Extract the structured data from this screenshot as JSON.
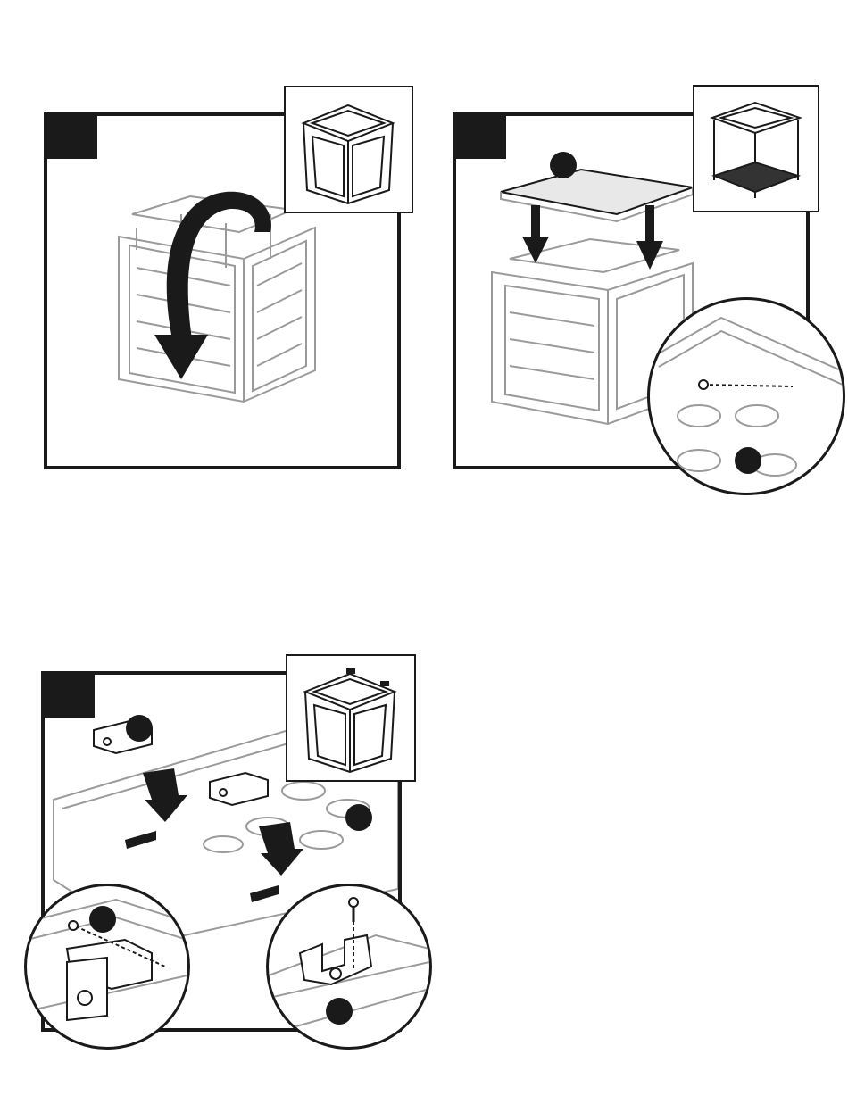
{
  "page": {
    "background": "#ffffff",
    "ink": "#1a1a1a",
    "line_gray": "#9a9a9a"
  },
  "steps": [
    {
      "id": "step-a",
      "icons": [
        "rotate-arrow-icon",
        "planter-box-icon"
      ]
    },
    {
      "id": "step-b",
      "icons": [
        "down-arrow-icon",
        "screw-icon",
        "lid-icon"
      ]
    },
    {
      "id": "step-c",
      "icons": [
        "hinge-icon",
        "down-arrow-icon",
        "screw-icon"
      ]
    }
  ]
}
